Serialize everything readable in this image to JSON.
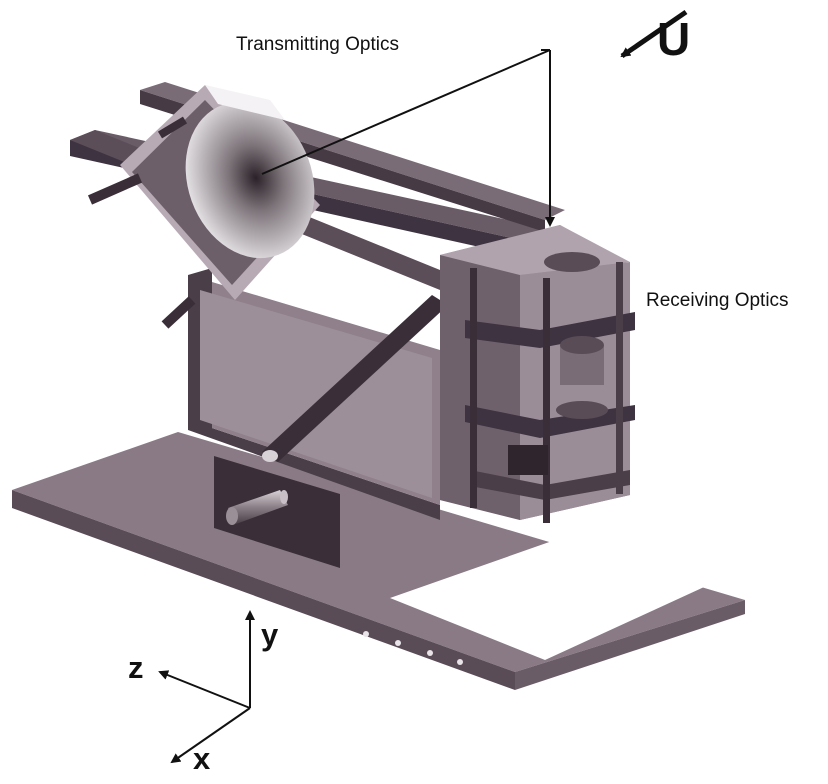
{
  "labels": {
    "transmitting_optics": "Transmitting Optics",
    "receiving_optics": "Receiving Optics",
    "wind": "U",
    "axis_y": "y",
    "axis_z": "z",
    "axis_x": "x"
  },
  "colors": {
    "frame": "#8a7a86",
    "frame_dark": "#4a3e48",
    "frame_light": "#b3a6b0",
    "arrow": "#111111"
  }
}
